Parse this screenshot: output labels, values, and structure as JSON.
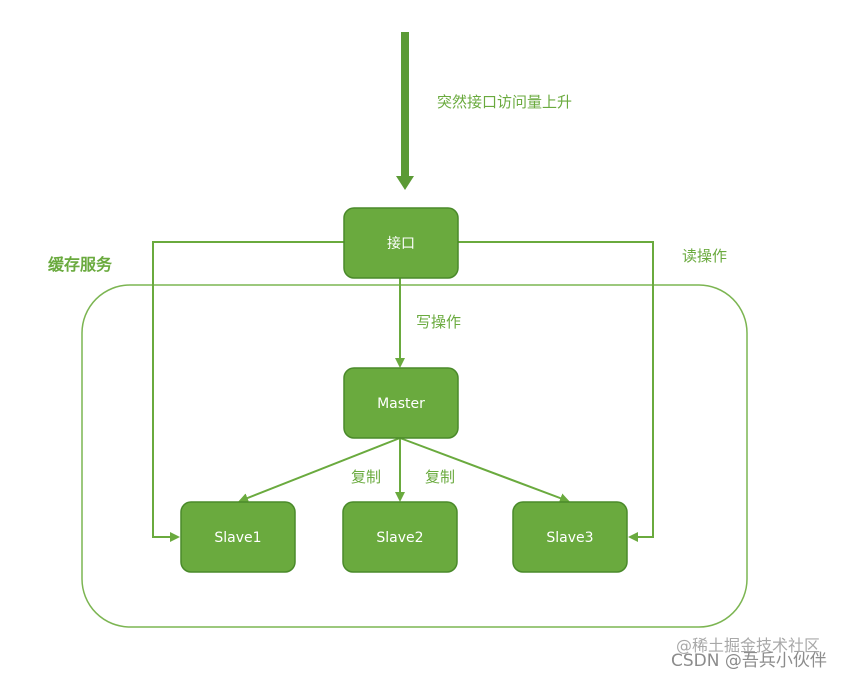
{
  "diagram": {
    "title": "缓存服务",
    "top_label": "突然接口访问量上升",
    "write_label": "写操作",
    "read_label": "读操作",
    "replicate_label_1": "复制",
    "replicate_label_2": "复制",
    "nodes": {
      "api": "接口",
      "master": "Master",
      "slave1": "Slave1",
      "slave2": "Slave2",
      "slave3": "Slave3"
    }
  },
  "watermark": {
    "line1": "@稀土掘金技术社区",
    "line2": "CSDN @吾兵小伙伴"
  },
  "colors": {
    "node_fill": "#6aaa3e",
    "node_stroke": "#4a8a2a",
    "line": "#6aaa3e",
    "text_green": "#6aaa3e",
    "container_stroke": "#7cb552"
  }
}
